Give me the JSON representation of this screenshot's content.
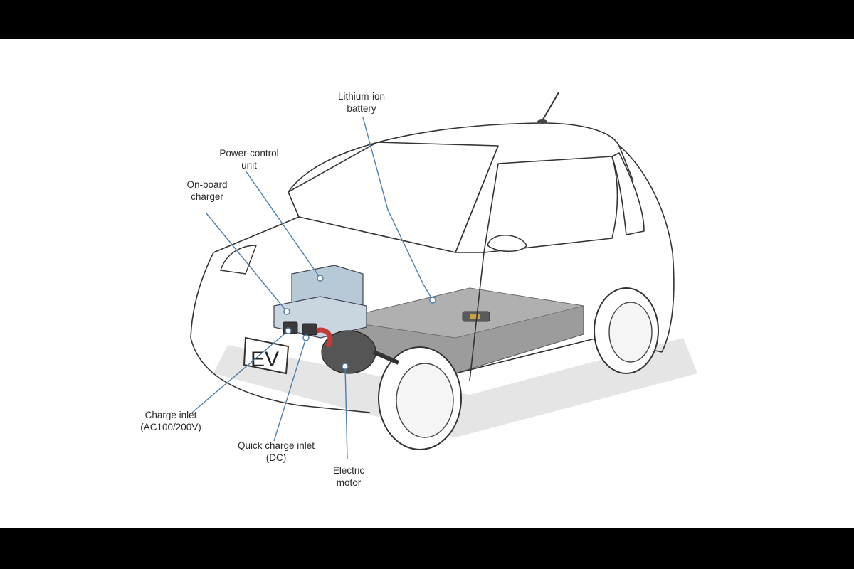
{
  "diagram": {
    "badge_text": "EV",
    "colors": {
      "outline": "#333333",
      "leader": "#4f7fa8",
      "battery_pack": "#9a9a9a",
      "components": "#b7c8d6",
      "shadow": "#d6d6d6"
    },
    "labels": {
      "lithium_ion_battery": {
        "line1": "Lithium-ion",
        "line2": "battery"
      },
      "power_control_unit": {
        "line1": "Power-control",
        "line2": "unit"
      },
      "on_board_charger": {
        "line1": "On-board",
        "line2": "charger"
      },
      "charge_inlet": {
        "line1": "Charge inlet",
        "line2": "(AC100/200V)"
      },
      "quick_charge_inlet": {
        "line1": "Quick charge inlet",
        "line2": "(DC)"
      },
      "electric_motor": {
        "line1": "Electric",
        "line2": "motor"
      }
    }
  }
}
